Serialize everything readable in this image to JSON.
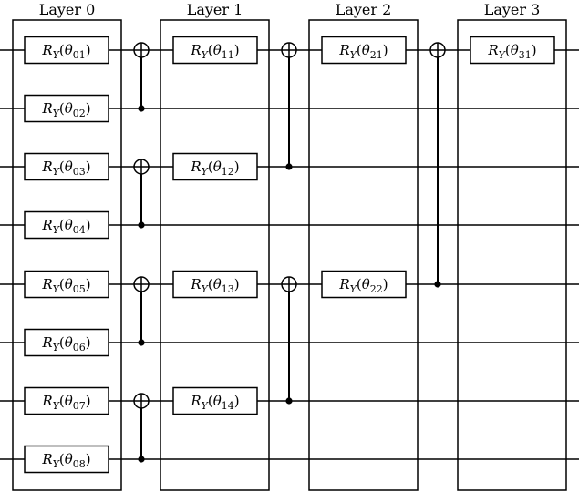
{
  "layers": [
    {
      "title": "Layer 0",
      "gates": [
        {
          "qubit": 0,
          "base": "R",
          "sub": "Y",
          "param": "θ",
          "index": "01"
        },
        {
          "qubit": 1,
          "base": "R",
          "sub": "Y",
          "param": "θ",
          "index": "02"
        },
        {
          "qubit": 2,
          "base": "R",
          "sub": "Y",
          "param": "θ",
          "index": "03"
        },
        {
          "qubit": 3,
          "base": "R",
          "sub": "Y",
          "param": "θ",
          "index": "04"
        },
        {
          "qubit": 4,
          "base": "R",
          "sub": "Y",
          "param": "θ",
          "index": "05"
        },
        {
          "qubit": 5,
          "base": "R",
          "sub": "Y",
          "param": "θ",
          "index": "06"
        },
        {
          "qubit": 6,
          "base": "R",
          "sub": "Y",
          "param": "θ",
          "index": "07"
        },
        {
          "qubit": 7,
          "base": "R",
          "sub": "Y",
          "param": "θ",
          "index": "08"
        }
      ]
    },
    {
      "title": "Layer 1",
      "gates": [
        {
          "qubit": 0,
          "base": "R",
          "sub": "Y",
          "param": "θ",
          "index": "11"
        },
        {
          "qubit": 2,
          "base": "R",
          "sub": "Y",
          "param": "θ",
          "index": "12"
        },
        {
          "qubit": 4,
          "base": "R",
          "sub": "Y",
          "param": "θ",
          "index": "13"
        },
        {
          "qubit": 6,
          "base": "R",
          "sub": "Y",
          "param": "θ",
          "index": "14"
        }
      ]
    },
    {
      "title": "Layer 2",
      "gates": [
        {
          "qubit": 0,
          "base": "R",
          "sub": "Y",
          "param": "θ",
          "index": "21"
        },
        {
          "qubit": 4,
          "base": "R",
          "sub": "Y",
          "param": "θ",
          "index": "22"
        }
      ]
    },
    {
      "title": "Layer 3",
      "gates": [
        {
          "qubit": 0,
          "base": "R",
          "sub": "Y",
          "param": "θ",
          "index": "31"
        }
      ]
    }
  ],
  "cnot_columns": [
    {
      "after_layer": 0,
      "pairs": [
        {
          "control": 1,
          "target": 0
        },
        {
          "control": 3,
          "target": 2
        },
        {
          "control": 5,
          "target": 4
        },
        {
          "control": 7,
          "target": 6
        }
      ]
    },
    {
      "after_layer": 1,
      "pairs": [
        {
          "control": 2,
          "target": 0
        },
        {
          "control": 6,
          "target": 4
        }
      ]
    },
    {
      "after_layer": 2,
      "pairs": [
        {
          "control": 4,
          "target": 0
        }
      ]
    }
  ],
  "num_qubits": 8
}
